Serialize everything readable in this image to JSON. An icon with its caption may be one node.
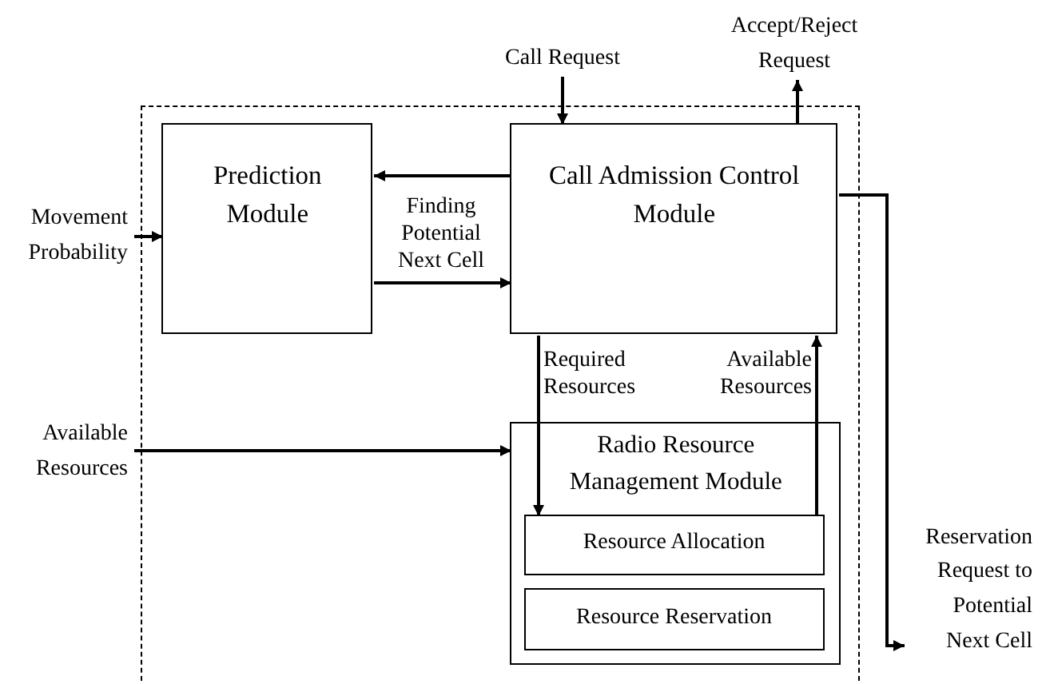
{
  "diagram": {
    "nodes": [
      {
        "text": [
          "Accept/Reject Request"
        ]
      },
      {
        "text": [
          "Call Request"
        ]
      },
      {
        "text": [],
        "shape": "box"
      },
      {
        "text": [
          "Prediction Module"
        ],
        "in": 2
      },
      {
        "text": [
          "Call Admission Control Module"
        ],
        "in": 2
      },
      {
        "text": [
          "Movement Probability"
        ]
      },
      {
        "text": [
          "Available Resources"
        ]
      },
      {
        "text": [
          "Radio Resource Management Module"
        ],
        "in": 2
      },
      {
        "text": [
          "Resource Allocation"
        ],
        "in": 7
      },
      {
        "text": [
          "Resource Reservation"
        ],
        "in": 7
      },
      {
        "text": [
          "Reservation Request to Potential Next Cell"
        ]
      }
    ],
    "edges": [
      {
        "from": 4,
        "to": 0,
        "arrow": "to"
      },
      {
        "from": 1,
        "to": 4,
        "arrow": "to"
      },
      {
        "from": 4,
        "to": 3,
        "arrow": "to"
      },
      {
        "from": 3,
        "to": 4,
        "arrow": "to",
        "label": "Finding Potential Next Cell"
      },
      {
        "from": 5,
        "to": 3,
        "arrow": "to"
      },
      {
        "from": 4,
        "to": 8,
        "arrow": "to",
        "label": "Required Resources"
      },
      {
        "from": 8,
        "to": 4,
        "arrow": "to",
        "label": "Available Resources"
      },
      {
        "from": 6,
        "to": 7,
        "arrow": "to"
      },
      {
        "from": 4,
        "to": 10,
        "arrow": "to"
      }
    ]
  }
}
